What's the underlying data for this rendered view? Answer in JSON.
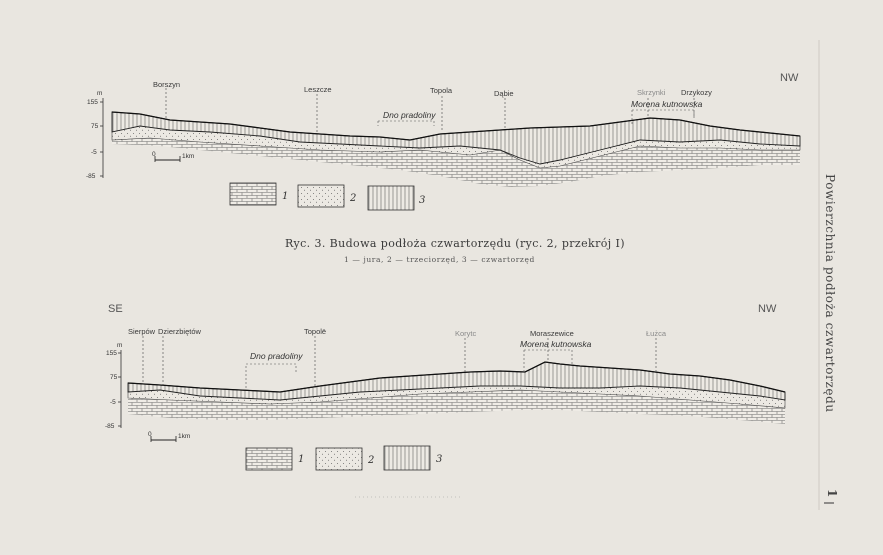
{
  "profile1": {
    "dir_right": "NW",
    "y_unit": "m",
    "y_ticks": [
      "155",
      "75",
      "-5",
      "-85"
    ],
    "places": [
      {
        "name": "Borszyn",
        "faint": false
      },
      {
        "name": "Leszcze",
        "faint": false
      },
      {
        "name": "Topola",
        "faint": false
      },
      {
        "name": "Dąbie",
        "faint": false
      },
      {
        "name": "Skrzynki",
        "faint": true
      },
      {
        "name": "Drzykozy",
        "faint": true
      }
    ],
    "annot_valley": "Dno pradoliny",
    "annot_moraine": "Morena kutnowska",
    "scale_0": "0",
    "scale_1": "1km",
    "legend": [
      "1",
      "2",
      "3"
    ]
  },
  "caption": {
    "title": "Ryc.   3. Budowa podłoża czwartorzędu (ryc. 2, przekrój I)",
    "subtitle": "1 — jura, 2 — trzeciorzęd, 3 — czwartorzęd"
  },
  "profile2": {
    "dir_left": "SE",
    "dir_right": "NW",
    "y_unit": "m",
    "y_ticks": [
      "155",
      "75",
      "-5",
      "-85"
    ],
    "places": [
      {
        "name": "Sierpów",
        "faint": false
      },
      {
        "name": "Dzierzbiętów",
        "faint": false
      },
      {
        "name": "Topolë",
        "faint": false
      },
      {
        "name": "Korytc",
        "faint": true
      },
      {
        "name": "Moraszewice",
        "faint": false
      },
      {
        "name": "Łużca",
        "faint": true
      }
    ],
    "annot_valley": "Dno pradoliny",
    "annot_moraine": "Morena kutnowska",
    "scale_0": "0",
    "scale_1": "1km",
    "legend": [
      "1",
      "2",
      "3"
    ]
  },
  "side_title": "Powierzchnia podłoża czwartorzędu",
  "side_number": "1",
  "colors": {
    "paper": "#e9e6e0",
    "ink": "#2b2b2b"
  }
}
